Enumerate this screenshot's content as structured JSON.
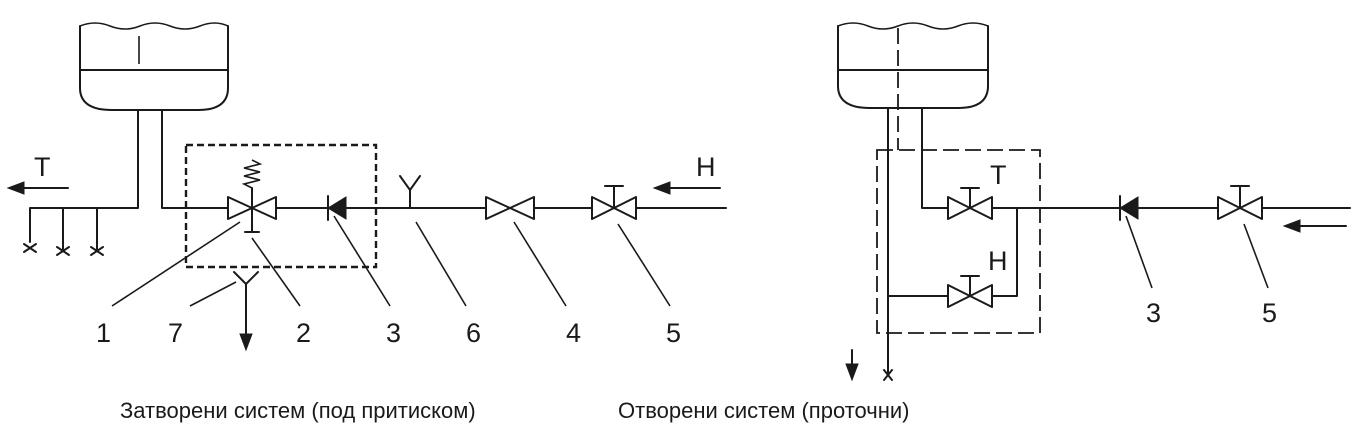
{
  "left_system": {
    "caption": "Затворени систем (под притиском)",
    "flow_out_label": "Т",
    "flow_in_label": "Н",
    "numbers": [
      "1",
      "7",
      "2",
      "3",
      "6",
      "4",
      "5"
    ]
  },
  "right_system": {
    "caption": "Отворени систем (проточни)",
    "valve_upper_label": "Т",
    "valve_lower_label": "Н",
    "numbers": [
      "3",
      "5"
    ]
  },
  "colors": {
    "ink": "#1a1a1a",
    "background": "#ffffff"
  }
}
